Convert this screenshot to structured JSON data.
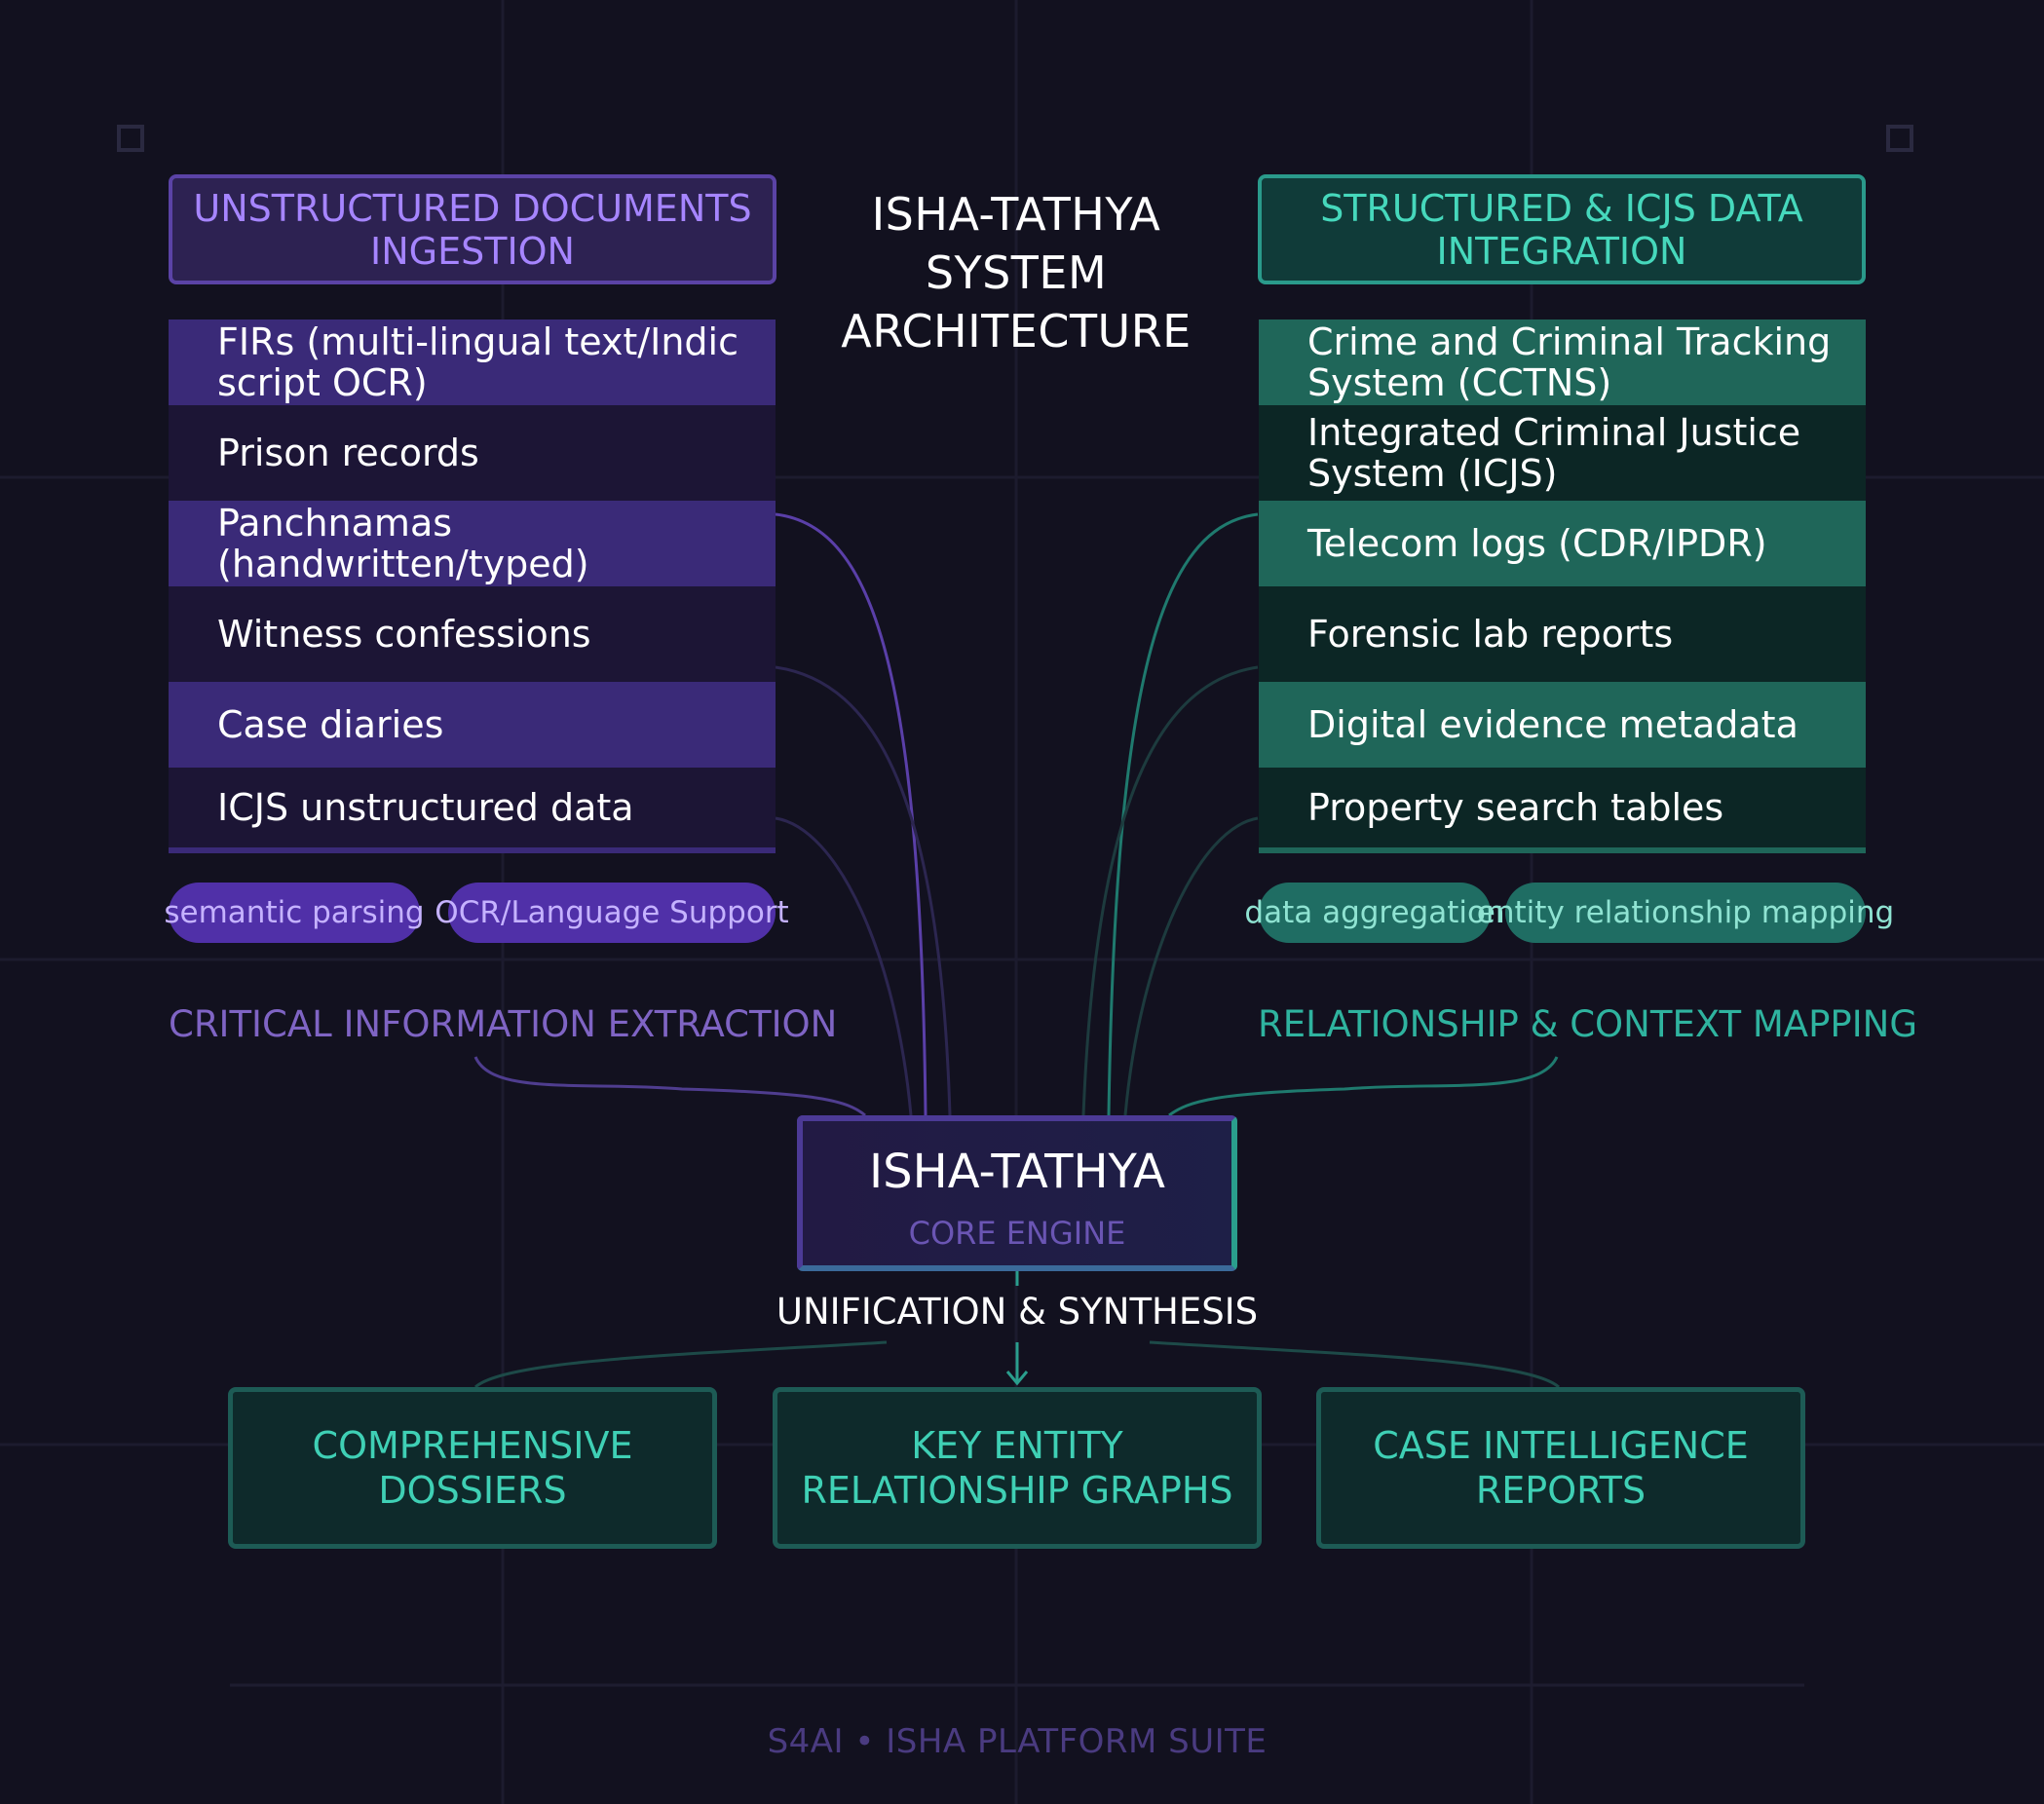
{
  "title": "ISHA-TATHYA SYSTEM ARCHITECTURE",
  "left_panel": {
    "header": "UNSTRUCTURED DOCUMENTS INGESTION",
    "items": [
      "FIRs (multi-lingual text/Indic script OCR)",
      "Prison records",
      "Panchnamas (handwritten/typed)",
      "Witness confessions",
      "Case diaries",
      "ICJS unstructured data"
    ],
    "tags": [
      "semantic parsing",
      "OCR/Language Support"
    ],
    "label": "CRITICAL INFORMATION EXTRACTION"
  },
  "right_panel": {
    "header": "STRUCTURED & ICJS DATA INTEGRATION",
    "items": [
      "Crime and Criminal Tracking System (CCTNS)",
      "Integrated Criminal Justice System (ICJS)",
      "Telecom logs (CDR/IPDR)",
      "Forensic lab reports",
      "Digital evidence metadata",
      "Property search tables"
    ],
    "tags": [
      "data aggregation",
      "entity relationship mapping"
    ],
    "label": "RELATIONSHIP & CONTEXT MAPPING"
  },
  "core": {
    "name": "ISHA-TATHYA",
    "subtitle": "CORE ENGINE"
  },
  "synthesis_label": "UNIFICATION & SYNTHESIS",
  "outputs": [
    "COMPREHENSIVE DOSSIERS",
    "KEY ENTITY RELATIONSHIP GRAPHS",
    "CASE INTELLIGENCE REPORTS"
  ],
  "footer": "S4AI • ISHA PLATFORM SUITE",
  "colors": {
    "background": "#12111f",
    "purple_accent": "#a685ff",
    "teal_accent": "#46d8bc"
  }
}
